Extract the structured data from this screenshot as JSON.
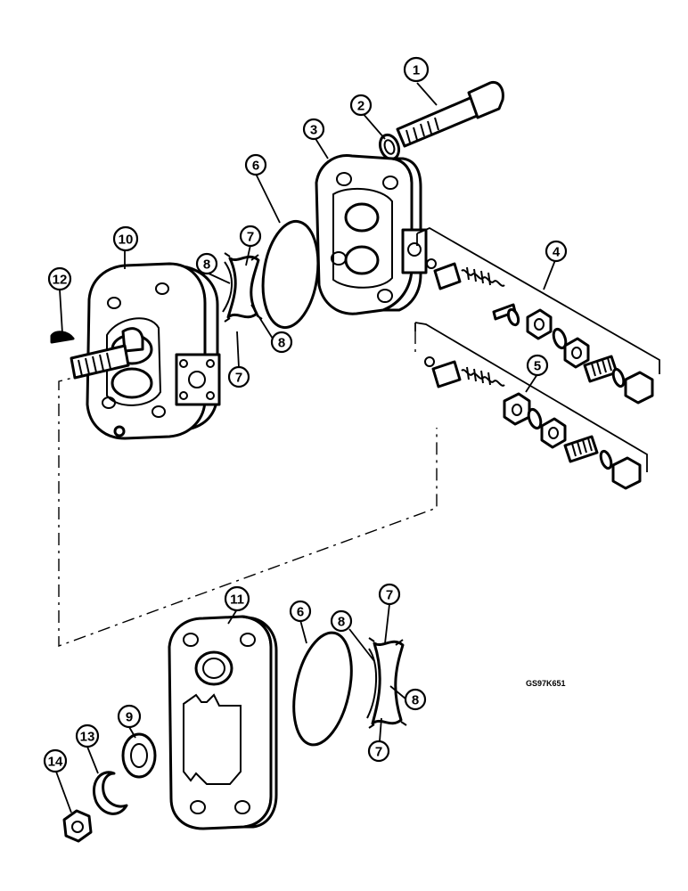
{
  "drawing_code": "GS97K651",
  "callouts": {
    "c1": "1",
    "c2": "2",
    "c3": "3",
    "c4": "4",
    "c5": "5",
    "c6a": "6",
    "c6b": "6",
    "c7a": "7",
    "c7b": "7",
    "c7c": "7",
    "c7d": "7",
    "c8a": "8",
    "c8b": "8",
    "c8c": "8",
    "c8d": "8",
    "c9": "9",
    "c10": "10",
    "c11": "11",
    "c12": "12",
    "c13": "13",
    "c14": "14"
  }
}
